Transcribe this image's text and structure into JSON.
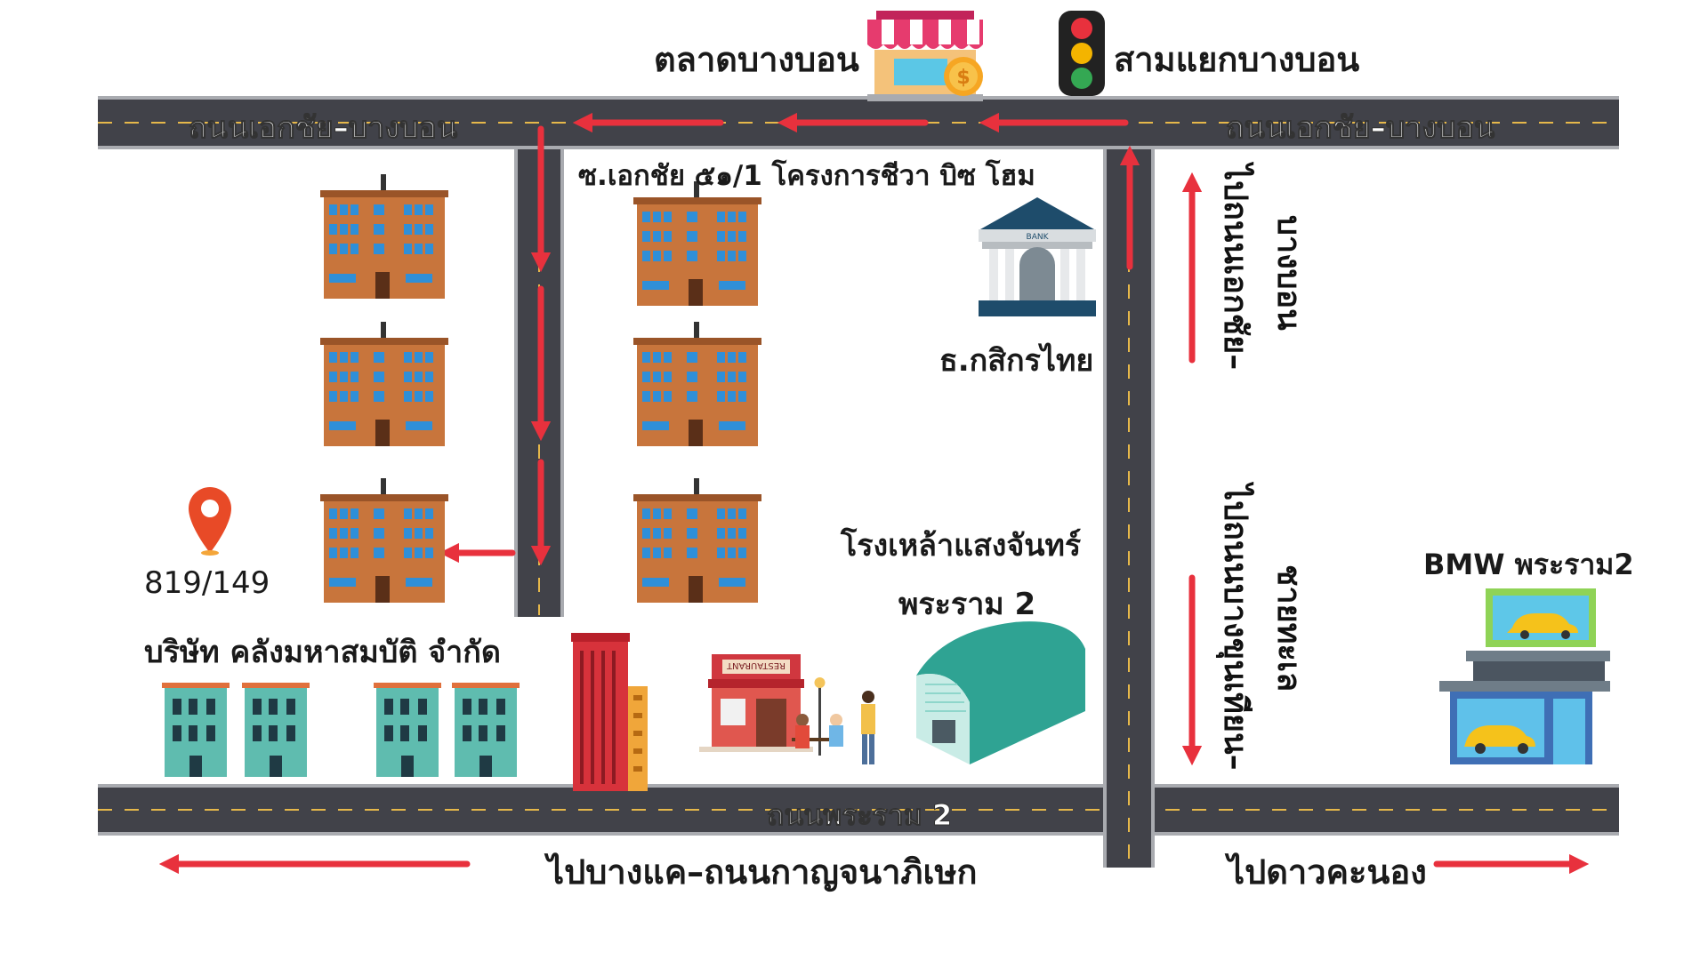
{
  "labels": {
    "market": "ตลาดบางบอน",
    "intersection": "สามแยกบางบอน",
    "road_top_left": "ถนนเอกชัย–บางบอน",
    "road_top_right": "ถนนเอกชัย–บางบอน",
    "soi": "ซ.เอกชัย ๕๑/1 โครงการชีวา บิซ โฮม",
    "bank": "ธ.กสิกรไทย",
    "to_ekkachai_line1": "ไปถนนเอกชัย–",
    "to_ekkachai_line2": "บางบอน",
    "to_bangkhunthian_line1": "ไปถนนบางขุนเทียน–",
    "to_bangkhunthian_line2": "ชายทะเล",
    "address": "819/149",
    "company": "บริษัท คลังมหาสมบัติ จำกัด",
    "brewery_line1": "โรงเหล้าแสงจันทร์",
    "brewery_line2": "พระราม 2",
    "bmw": "BMW พระราม2",
    "road_bottom": "ถนนพระราม 2",
    "to_bangkhae": "ไปบางแค–ถนนกาญจนาภิเษก",
    "to_daokhanong": "ไปดาวคะนอง",
    "bank_sign": "BANK",
    "restaurant_sign": "RESTAURANT"
  },
  "colors": {
    "road": "#414249",
    "road_edge": "#a9abb0",
    "arrow": "#e8313d",
    "brick": "#c8753c",
    "window": "#2f8fd8",
    "pin": "#e84a27",
    "teal": "#3aa89c"
  },
  "icons": [
    "market-stall-icon",
    "traffic-light-icon",
    "bank-icon",
    "location-pin-icon",
    "apartment-building-icon",
    "restaurant-icon",
    "warehouse-icon",
    "car-showroom-icon",
    "office-tower-icon"
  ]
}
